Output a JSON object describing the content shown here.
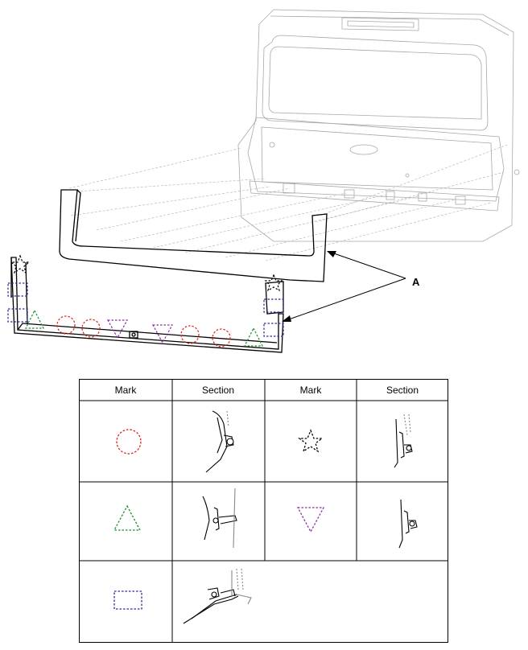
{
  "diagram": {
    "callout_label": "A"
  },
  "table": {
    "headers": [
      "Mark",
      "Section",
      "Mark",
      "Section"
    ]
  },
  "colors": {
    "circle": "#e0201a",
    "triangle": "#1e8a2e",
    "inverted_triangle": "#8a2aa8",
    "rectangle": "#2a2a9a",
    "star": "#000000"
  }
}
